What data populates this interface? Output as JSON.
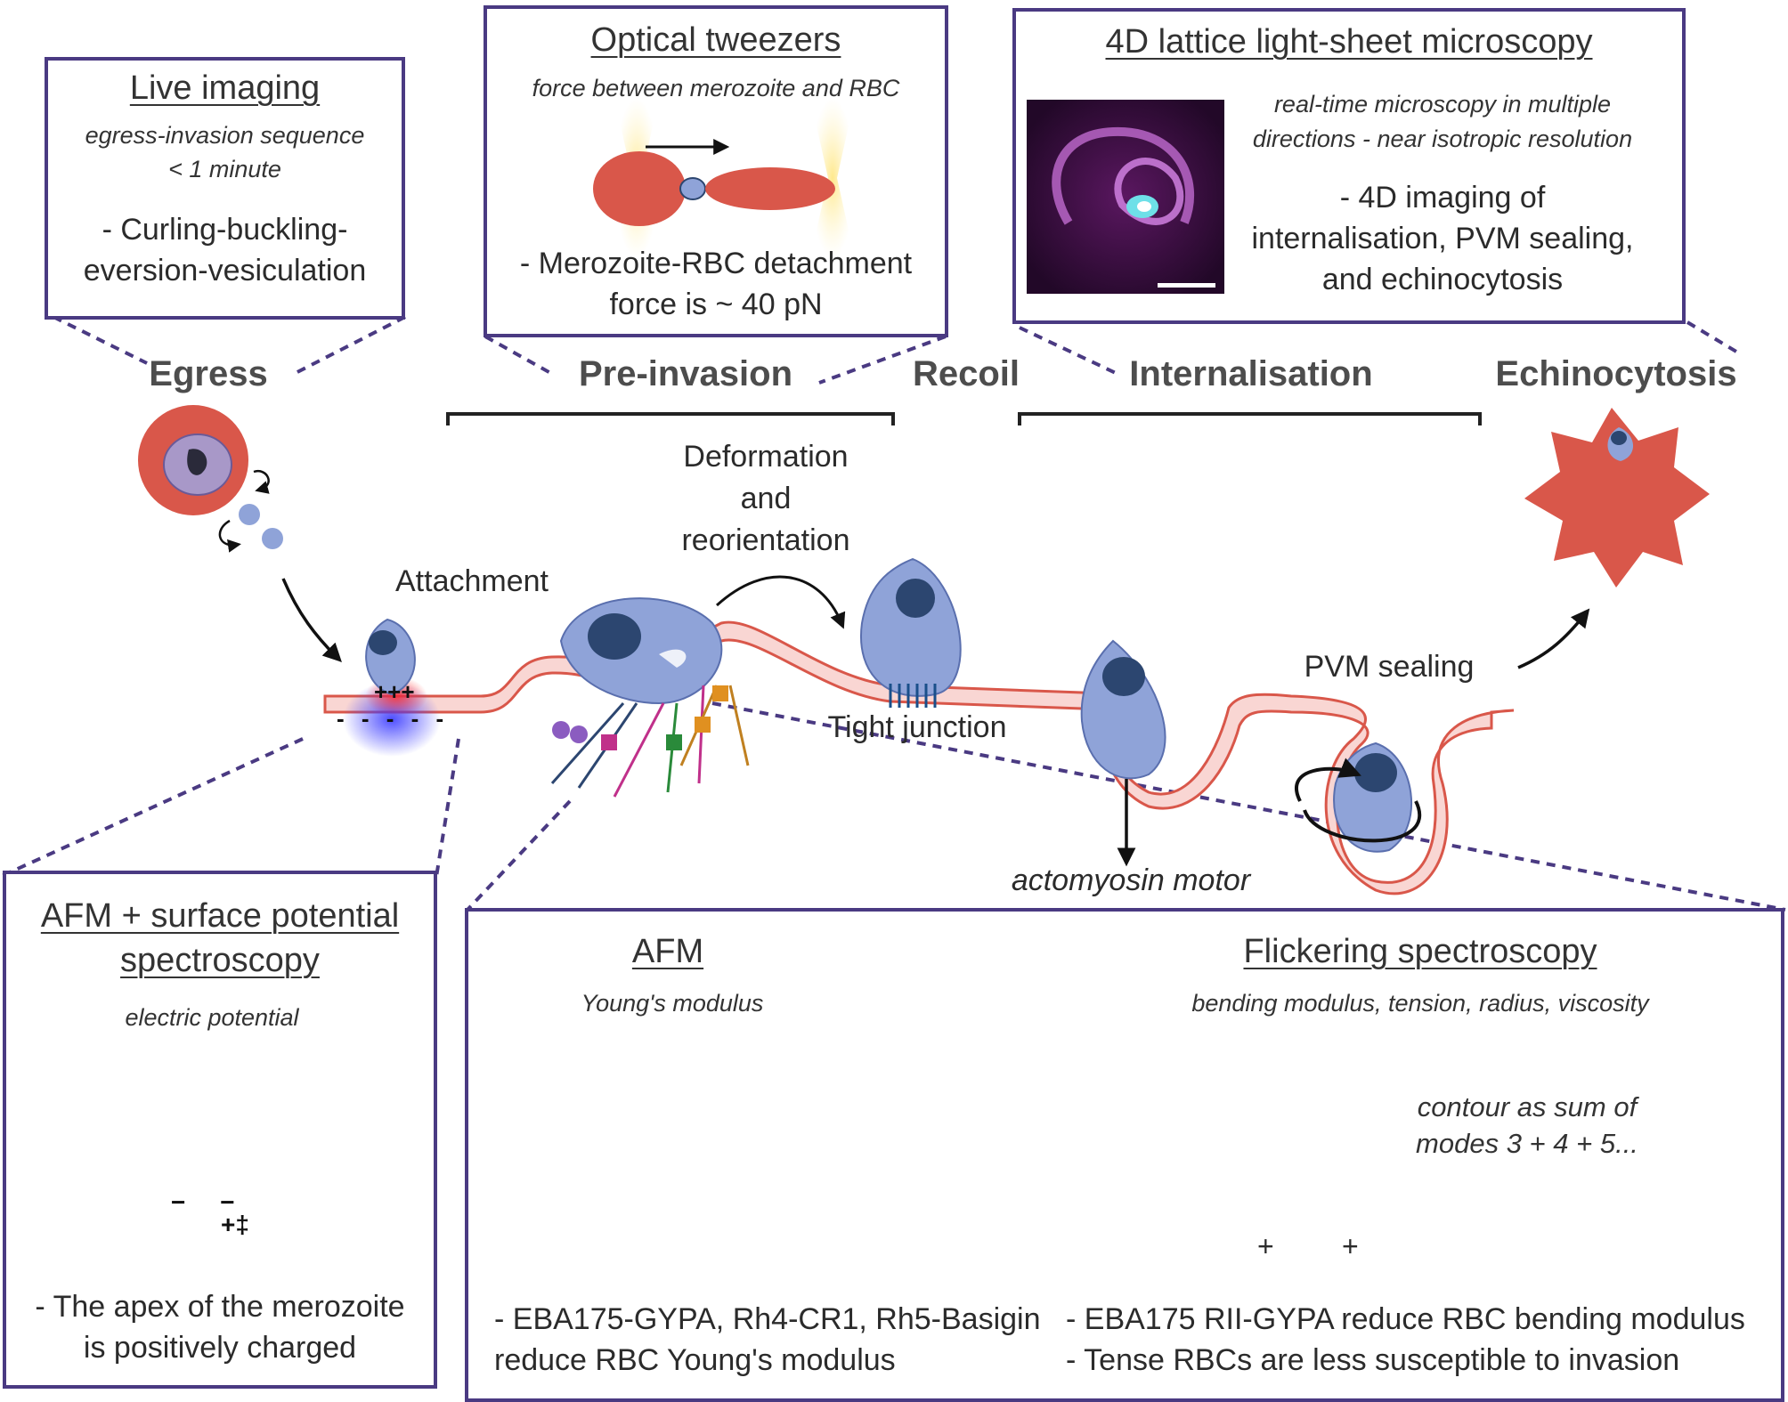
{
  "stages": {
    "egress": "Egress",
    "pre_invasion": "Pre-invasion",
    "recoil": "Recoil",
    "internalisation": "Internalisation",
    "echinocytosis": "Echinocytosis"
  },
  "live_imaging": {
    "title": "Live imaging",
    "sub1": "egress-invasion sequence",
    "sub2": "< 1  minute",
    "body1": "- Curling-buckling-",
    "body2": "eversion-vesiculation"
  },
  "optical_tweezers": {
    "title": "Optical tweezers",
    "sub": "force between merozoite and RBC",
    "body1": "- Merozoite-RBC detachment",
    "body2": "force is ~ 40 pN"
  },
  "lattice": {
    "title": "4D lattice light-sheet microscopy",
    "sub1": "real-time microscopy in multiple",
    "sub2": "directions - near isotropic resolution",
    "body1": "- 4D imaging of",
    "body2": "internalisation, PVM sealing,",
    "body3": "and echinocytosis"
  },
  "labels": {
    "attachment": "Attachment",
    "deformation1": "Deformation",
    "deformation2": "and",
    "deformation3": "reorientation",
    "tight_junction": "Tight junction",
    "pvm_sealing": "PVM sealing",
    "actomyosin": "actomyosin motor"
  },
  "afm_surface": {
    "title1": "AFM + surface potential",
    "title2": "spectroscopy",
    "sub": "electric potential",
    "body1": "- The apex of the merozoite",
    "body2": "is positively charged"
  },
  "afm": {
    "title": "AFM",
    "sub": "Young's modulus",
    "body1": "- EBA175-GYPA, Rh4-CR1, Rh5-Basigin",
    "body2": "reduce RBC Young's modulus"
  },
  "flickering": {
    "title": "Flickering spectroscopy",
    "sub": "bending modulus, tension, radius, viscosity",
    "note1": "contour as sum of",
    "note2": "modes 3 + 4 + 5...",
    "plus1": "+",
    "plus2": "+",
    "body1": "- EBA175 RII-GYPA reduce RBC bending modulus",
    "body2": "- Tense RBCs are less susceptible to invasion"
  },
  "colors": {
    "frame": "#4a3a82",
    "rbc": "#d9574a",
    "merozoite": "#8fa3d8",
    "nucleus": "#2c4670",
    "membrane_fill": "#f9d6d3",
    "membrane_stroke": "#d9574a"
  }
}
